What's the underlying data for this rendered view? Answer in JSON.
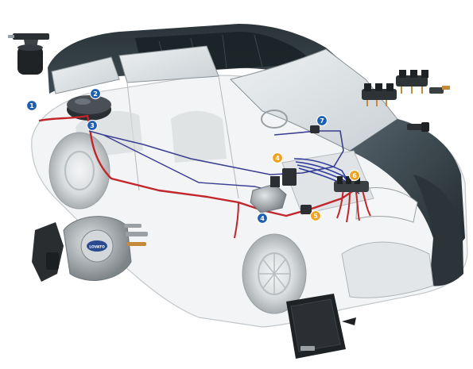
{
  "colors": {
    "background": "#ffffff",
    "body_dark": "#2f3b42",
    "body_mid": "#4d5b63",
    "glass": "#dfe4e7",
    "wheel": "#cfd3d6",
    "gas_line": "#c0262a",
    "wire_line": "#3b3f8f",
    "wire_bundle": "#2f3d9c",
    "marker_blue": "#1f5fb0",
    "marker_orange": "#f0a21e",
    "metal": "#9aa0a4",
    "component_dark": "#2a2d30"
  },
  "markers": [
    {
      "number": "1",
      "color": "blue",
      "name": "marker-1"
    },
    {
      "number": "2",
      "color": "blue",
      "name": "marker-2"
    },
    {
      "number": "3",
      "color": "blue",
      "name": "marker-3"
    },
    {
      "number": "4",
      "color": "orange",
      "name": "marker-4-orange"
    },
    {
      "number": "4",
      "color": "blue",
      "name": "marker-4-blue"
    },
    {
      "number": "5",
      "color": "orange",
      "name": "marker-5"
    },
    {
      "number": "6",
      "color": "orange",
      "name": "marker-6"
    },
    {
      "number": "7",
      "color": "blue",
      "name": "marker-7"
    }
  ],
  "components": {
    "reducer_brand": "LOVATO"
  }
}
